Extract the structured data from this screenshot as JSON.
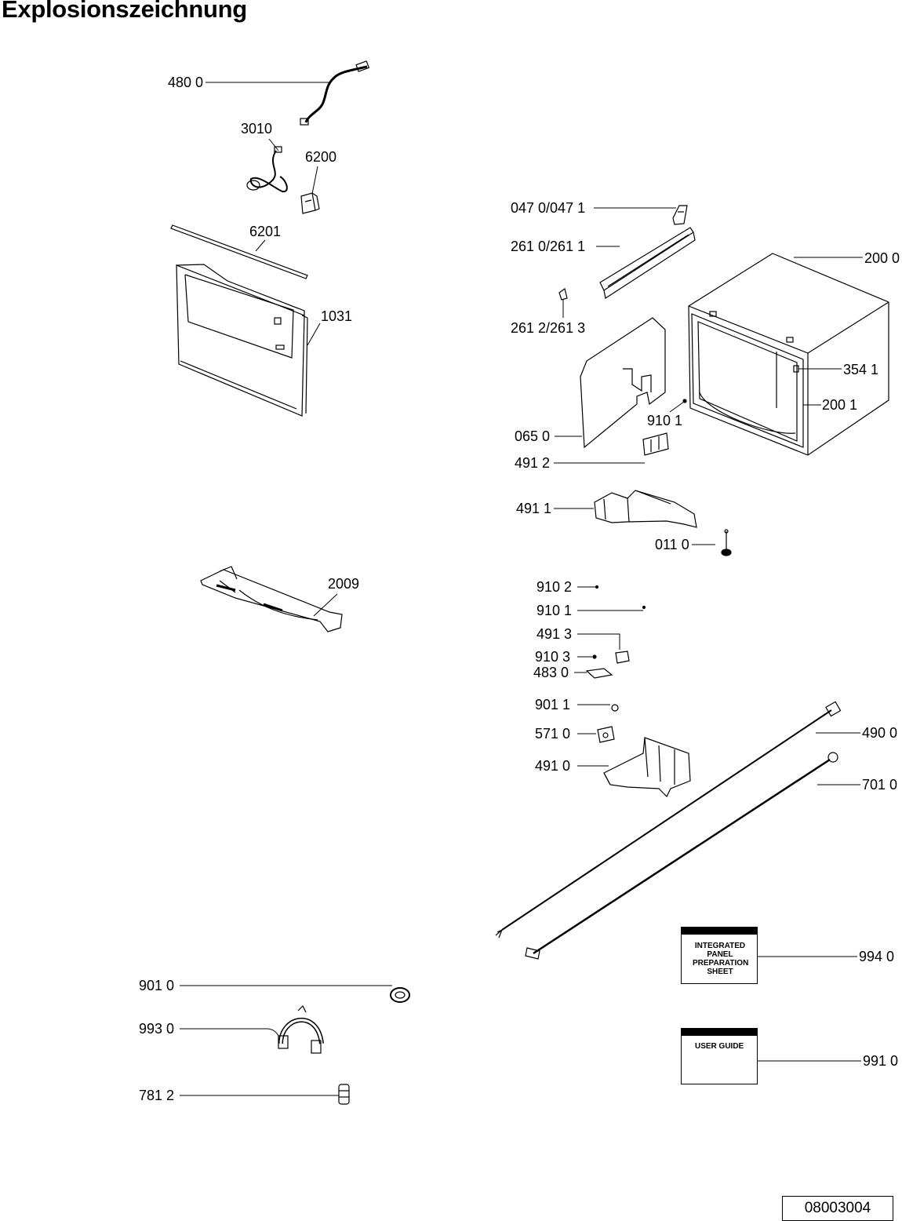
{
  "title": "Explosionszeichnung",
  "document_number": "08003004",
  "sheets": {
    "integrated": "INTEGRATED PANEL PREPARATION SHEET",
    "user_guide": "USER GUIDE"
  },
  "labels": {
    "l4800": "480 0",
    "l3010": "3010",
    "l6200": "6200",
    "l6201": "6201",
    "l1031": "1031",
    "l2009": "2009",
    "l9010": "901 0",
    "l9930": "993 0",
    "l7812": "781 2",
    "l0470": "047 0/047 1",
    "l2610": "261 0/261 1",
    "l2612": "261 2/261 3",
    "l2000": "200 0",
    "l3541": "354 1",
    "l2001": "200 1",
    "l9101a": "910 1",
    "l0650": "065 0",
    "l4912": "491 2",
    "l4911": "491 1",
    "l0110": "011 0",
    "l9102": "910 2",
    "l9101b": "910 1",
    "l4913": "491 3",
    "l9103": "910 3",
    "l4830": "483 0",
    "l9011": "901 1",
    "l5710": "571 0",
    "l4910": "491 0",
    "l4900": "490 0",
    "l7010": "701 0",
    "l9940": "994 0",
    "l9910": "991 0"
  }
}
